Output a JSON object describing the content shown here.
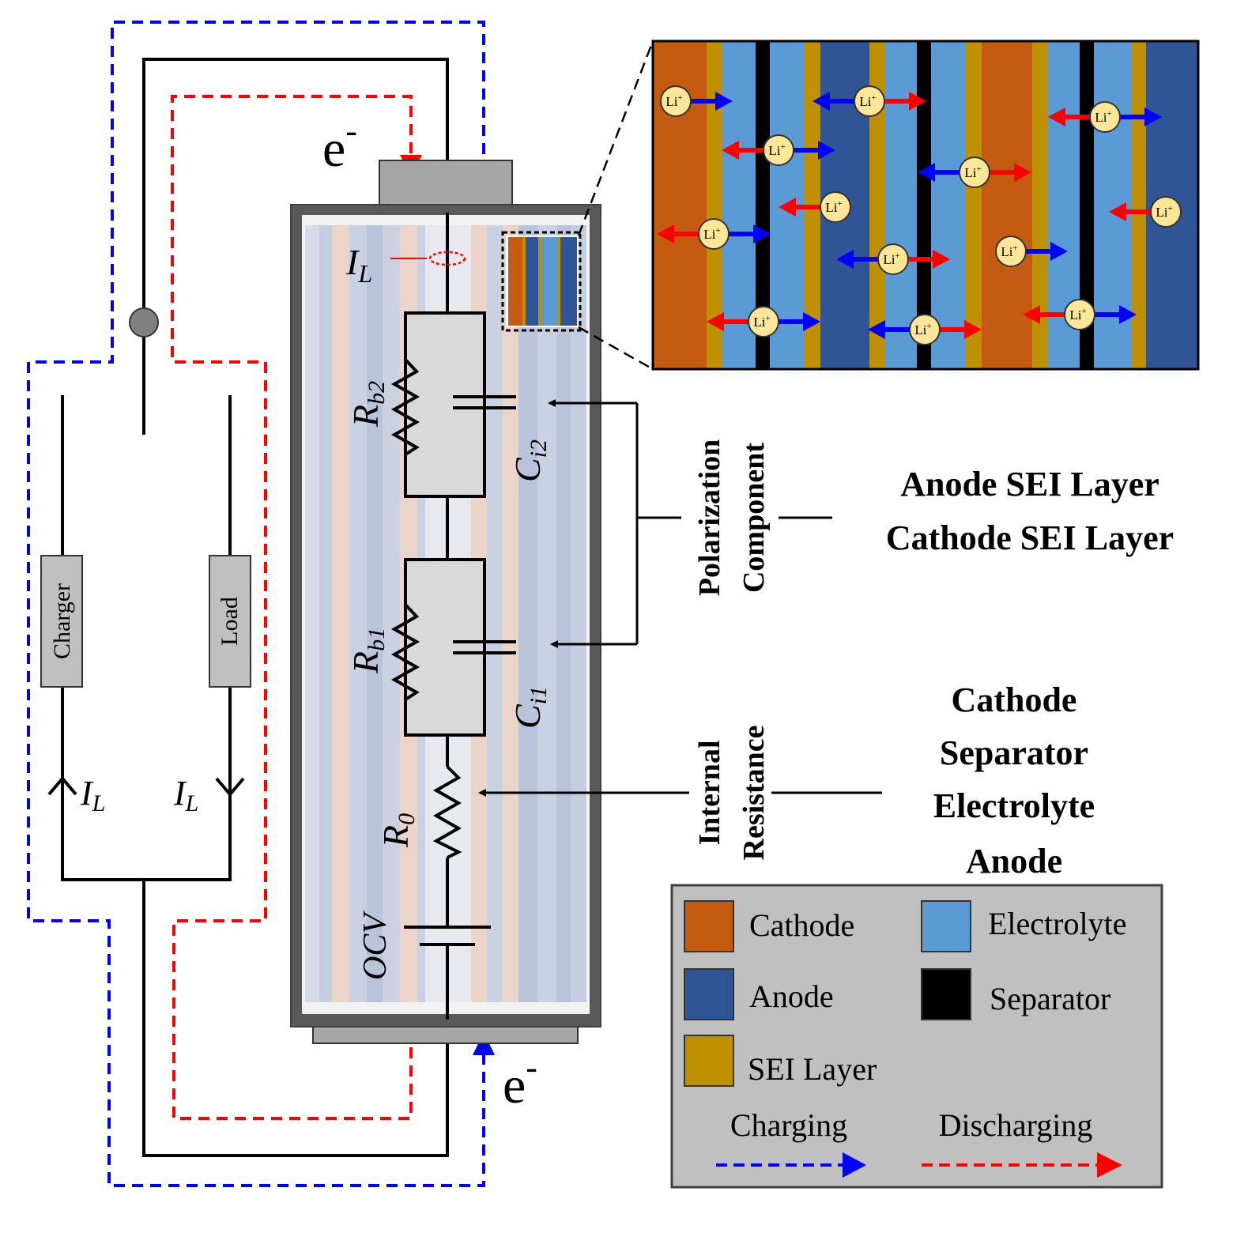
{
  "circuit": {
    "electron_top": "e",
    "electron_bottom": "e",
    "electron_sup": "-",
    "current_label": "I",
    "current_sub": "L",
    "charger_label": "Charger",
    "load_label": "Load",
    "rb2": {
      "main": "R",
      "sub": "b2"
    },
    "rb1": {
      "main": "R",
      "sub": "b1"
    },
    "ci2": {
      "main": "C",
      "sub": "i2"
    },
    "ci1": {
      "main": "C",
      "sub": "i1"
    },
    "r0": {
      "main": "R",
      "sub": "0"
    },
    "ocv_label": "OCV"
  },
  "annotations": {
    "polarization_line1": "Polarization",
    "polarization_line2": "Component",
    "internal_line1": "Internal",
    "internal_line2": "Resistance",
    "sei_items": [
      "Anode SEI Layer",
      "Cathode SEI Layer"
    ],
    "resistance_items": [
      "Cathode",
      "Separator",
      "Electrolyte",
      "Anode"
    ]
  },
  "zoom": {
    "ion_label": "Li",
    "ion_sup": "+"
  },
  "legend": {
    "items": [
      {
        "label": "Cathode",
        "color": "#c55a11"
      },
      {
        "label": "Electrolyte",
        "color": "#5b9bd5"
      },
      {
        "label": "Anode",
        "color": "#2f5597"
      },
      {
        "label": "Separator",
        "color": "#000000"
      },
      {
        "label": "SEI Layer",
        "color": "#bf9000"
      }
    ],
    "charging_label": "Charging",
    "discharging_label": "Discharging",
    "charging_color": "#0000ff",
    "discharging_color": "#ff0000"
  }
}
